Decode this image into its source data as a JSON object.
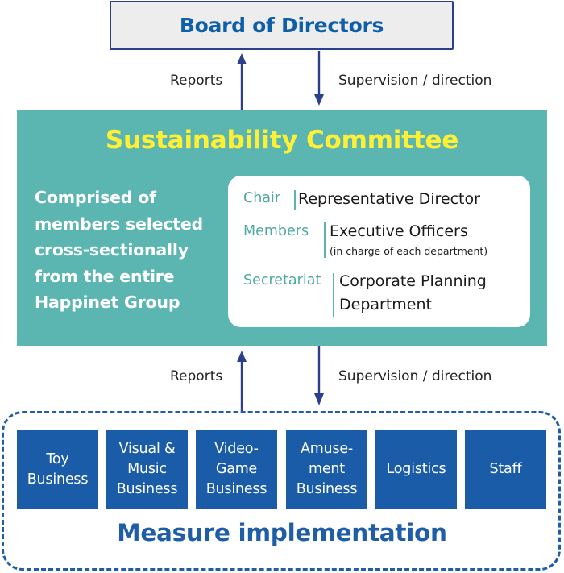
{
  "board": {
    "title": "Board of Directors"
  },
  "flows": {
    "top": {
      "up_label": "Reports",
      "down_label": "Supervision / direction"
    },
    "bottom": {
      "up_label": "Reports",
      "down_label": "Supervision / direction"
    }
  },
  "committee": {
    "title": "Sustainability Committee",
    "description": "Comprised of members selected cross-sectionally from the entire Happinet Group",
    "roles": {
      "chair": {
        "key": "Chair",
        "value": "Representative Director"
      },
      "members": {
        "key": "Members",
        "value": "Executive Officers",
        "note": "(in charge of each department)"
      },
      "secretariat": {
        "key": "Secretariat",
        "value_line1": "Corporate Planning",
        "value_line2": "Department"
      }
    }
  },
  "measure": {
    "title": "Measure implementation",
    "units": [
      {
        "label": "Toy\nBusiness"
      },
      {
        "label": "Visual &\nMusic\nBusiness"
      },
      {
        "label": "Video-\nGame\nBusiness"
      },
      {
        "label": "Amuse-\nment\nBusiness"
      },
      {
        "label": "Logistics"
      },
      {
        "label": "Staff"
      }
    ]
  },
  "colors": {
    "navy": "#2b3f8c",
    "blue": "#1a5ca8",
    "teal": "#5bb5b1",
    "yellow": "#fff036"
  }
}
